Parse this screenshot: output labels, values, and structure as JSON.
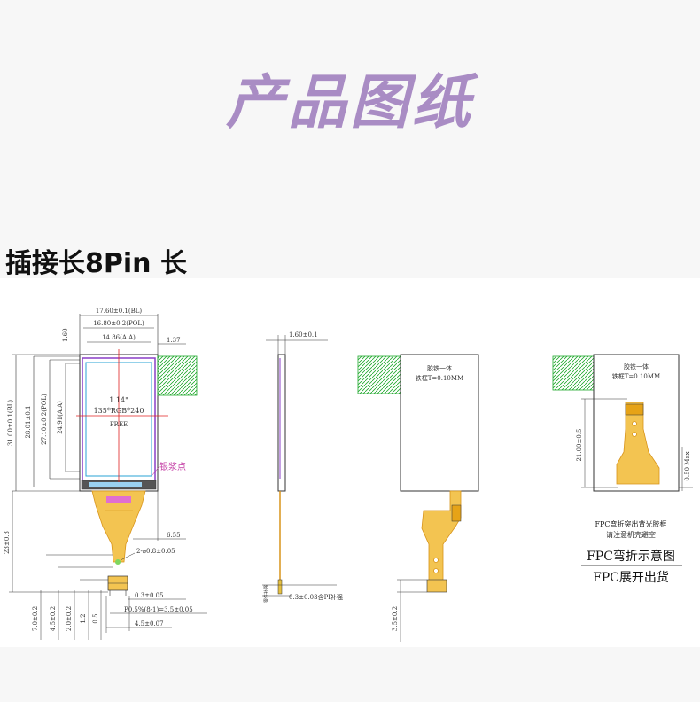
{
  "header": {
    "title": "产品图纸"
  },
  "section": {
    "subtitle": "插接长8Pin 长"
  },
  "front_view": {
    "dim_bl_w": "17.60±0.1(BL)",
    "dim_pol_w": "16.80±0.2(POL)",
    "dim_aa_w": "14.86(A.A)",
    "dim_left_offset": "1.60",
    "dim_right_offset": "1.37",
    "dim_bl_h": "31.00±0.1(BL)",
    "dim_h2": "28.01±0.1",
    "dim_pol_h": "27.10±0.2(POL)",
    "dim_aa_h": "24.91(A.A)",
    "screen_size": "1.14\"",
    "resolution": "135*RGB*240",
    "free_label": "FREE",
    "silver_label": "银浆点",
    "fpc_len": "23±0.3",
    "fpc_width": "6.55",
    "hole_label": "2-⌀0.8±0.05",
    "pin_thick": "0.3±0.05",
    "pin_pitch": "P0.5%(8-1)=3.5±0.05",
    "pin_total": "4.5±0.07",
    "bot_d1": "7.0±0.2",
    "bot_d2": "4.5±0.2",
    "bot_d3": "2.0±0.2",
    "bot_d4": "1.2",
    "bot_d5": "0.5"
  },
  "side_view": {
    "thickness": "1.60±0.1",
    "fpc_thick": "0.3±0.03含PI补强",
    "stiffener": "零件补强"
  },
  "back_view": {
    "note1": "胶铁一体",
    "note2": "铁框T=0.10MM",
    "bot_dim": "3.5±0.2"
  },
  "folded_view": {
    "note1": "胶铁一体",
    "note2": "铁框T=0.10MM",
    "fpc_h": "21.00±0.5",
    "max_thick": "0.50 Max",
    "warn1": "FPC弯折突出背光胶框",
    "warn2": "请注意机壳避空",
    "caption1": "FPC弯折示意图",
    "caption2": "FPC展开出货"
  },
  "colors": {
    "title": "#a98cc4",
    "fpc": "#e6a317",
    "screen_border": "#8a3fc7",
    "aa_border": "#29a3d6",
    "red_line": "#e02020",
    "green_tape": "#2ecc40"
  }
}
